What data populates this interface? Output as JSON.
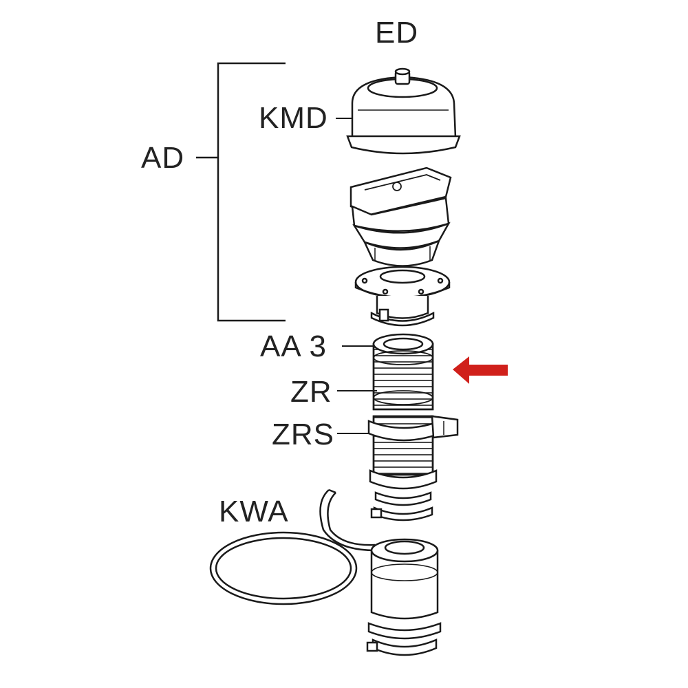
{
  "labels": {
    "ed": "ED",
    "kmd": "KMD",
    "ad": "AD",
    "aa3": "AA 3",
    "zr": "ZR",
    "zrs": "ZRS",
    "kwa": "KWA"
  },
  "colors": {
    "line": "#1a1a1a",
    "label": "#222222",
    "arrow": "#d0201b",
    "background": "#ffffff"
  },
  "icons": {
    "indicator": "left-arrow-icon"
  }
}
